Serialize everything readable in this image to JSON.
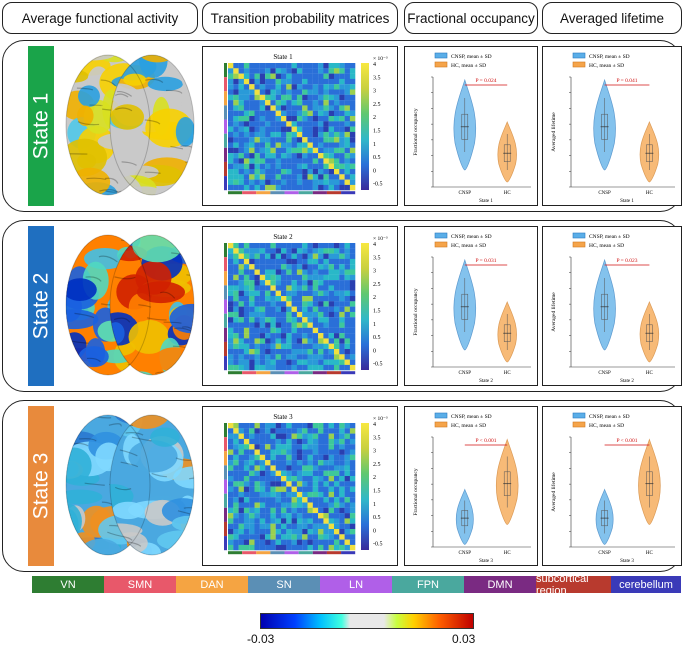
{
  "headers": [
    "Average functional activity",
    "Transition probability matrices",
    "Fractional occupancy",
    "Averaged lifetime"
  ],
  "states": [
    {
      "label": "State 1",
      "color": "#1aa44a",
      "matrix_title": "State 1",
      "fo_p": "P = 0.024",
      "lt_p": "P = 0.041",
      "fo_xlabel": "State 1",
      "lt_xlabel": "State 1"
    },
    {
      "label": "State 2",
      "color": "#1f6fc0",
      "matrix_title": "State 2",
      "fo_p": "P = 0.031",
      "lt_p": "P = 0.023",
      "fo_xlabel": "State 2",
      "lt_xlabel": "State 2"
    },
    {
      "label": "State 3",
      "color": "#e88a3c",
      "matrix_title": "State 3",
      "fo_p": "P < 0.001",
      "lt_p": "P < 0.001",
      "fo_xlabel": "State 3",
      "lt_xlabel": "State 3"
    }
  ],
  "matrix_scale": {
    "exponent": "× 10⁻³",
    "ticks": [
      "4",
      "3.5",
      "3",
      "2.5",
      "2",
      "1.5",
      "1",
      "0.5",
      "0",
      "-0.5"
    ]
  },
  "violin": {
    "legend_cnsp": "CNSP, mean ± SD",
    "legend_hc": "HC, mean ± SD",
    "groups": [
      "CNSP",
      "HC"
    ],
    "fo_ylabel": "Fractional occupancy",
    "lt_ylabel": "Averaged lifetime",
    "cnsp_color": "#5aaee8",
    "hc_color": "#f5a44a"
  },
  "networks": [
    {
      "name": "VN",
      "color": "#2e7d32"
    },
    {
      "name": "SMN",
      "color": "#e8586a"
    },
    {
      "name": "DAN",
      "color": "#f5a442"
    },
    {
      "name": "SN",
      "color": "#5b8fb5"
    },
    {
      "name": "LN",
      "color": "#b05fe8"
    },
    {
      "name": "FPN",
      "color": "#4aa89e"
    },
    {
      "name": "DMN",
      "color": "#7a2a82"
    },
    {
      "name": "subcortical region",
      "color": "#b83a2e"
    },
    {
      "name": "cerebellum",
      "color": "#3a3ab8"
    }
  ],
  "colorbar": {
    "min": "-0.03",
    "max": "0.03"
  }
}
